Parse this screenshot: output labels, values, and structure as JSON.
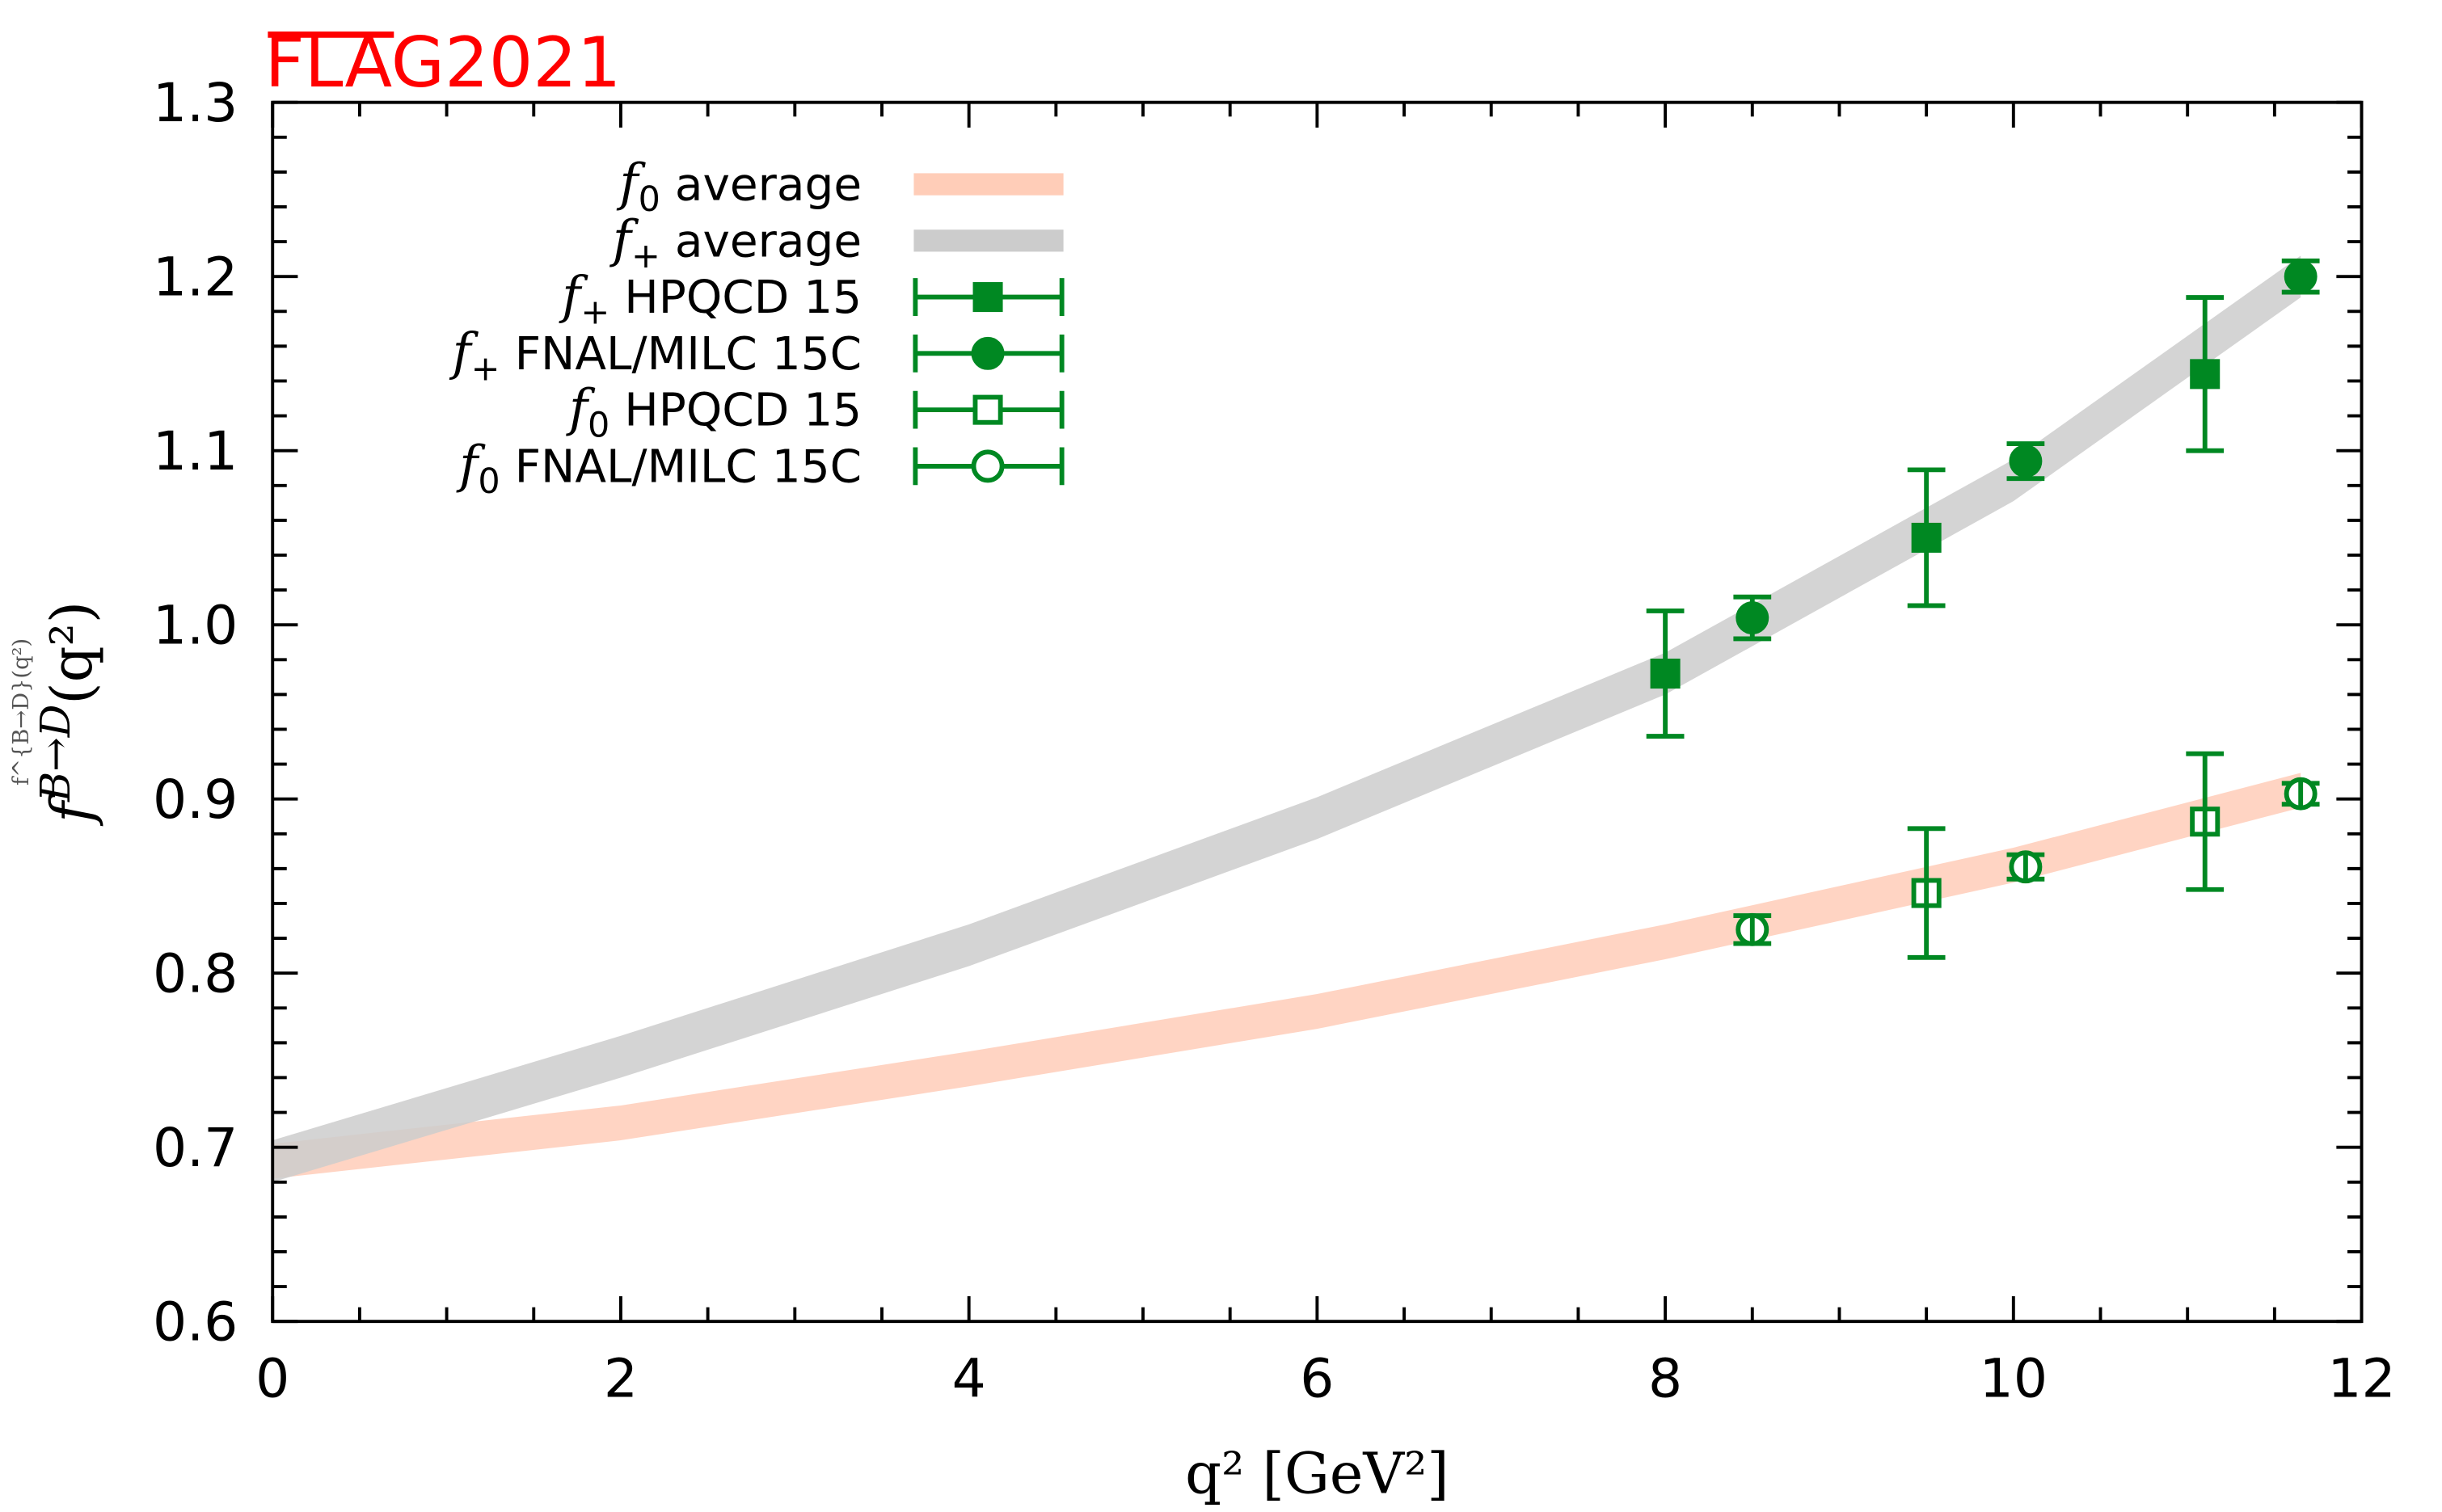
{
  "logo": {
    "text": "FLAG2021",
    "color": "#ff0000"
  },
  "chart_data": {
    "type": "scatter",
    "title": "",
    "xlabel": "q² [GeV²]",
    "ylabel": "f^{B→D}(q²)",
    "ylabel_base": "f",
    "ylabel_sup": "B→D",
    "ylabel_arg": "(q²)",
    "xlim": [
      0,
      12
    ],
    "ylim": [
      0.6,
      1.3
    ],
    "x_major_ticks": [
      0,
      2,
      4,
      6,
      8,
      10,
      12
    ],
    "x_tick_labels": [
      "0",
      "2",
      "4",
      "6",
      "8",
      "10",
      "12"
    ],
    "y_major_ticks": [
      0.6,
      0.7,
      0.8,
      0.9,
      1.0,
      1.1,
      1.2,
      1.3
    ],
    "y_tick_labels": [
      "0.6",
      "0.7",
      "0.8",
      "0.9",
      "1.0",
      "1.1",
      "1.2",
      "1.3"
    ],
    "grid": false,
    "legend_position": "top-left",
    "bands": [
      {
        "name": "f0 average",
        "label_sym": "f",
        "label_sub": "0",
        "label_rest": "average",
        "color": "#ffcdb8",
        "x": [
          0,
          2,
          4,
          6,
          8,
          10,
          11.65
        ],
        "center": [
          0.692,
          0.714,
          0.745,
          0.778,
          0.818,
          0.862,
          0.905
        ],
        "halfwidth": 0.01
      },
      {
        "name": "f+ average",
        "label_sym": "f",
        "label_sub": "+",
        "label_rest": "average",
        "color": "#cccccc",
        "x": [
          0,
          2,
          4,
          6,
          8,
          10,
          11.65
        ],
        "center": [
          0.692,
          0.752,
          0.816,
          0.889,
          0.972,
          1.083,
          1.2
        ],
        "halfwidth": 0.012
      }
    ],
    "series": [
      {
        "name": "f+ HPQCD 15",
        "label_sym": "f",
        "label_sub": "+",
        "label_rest": "HPQCD 15",
        "marker": "square-filled",
        "color": "#008822",
        "x": [
          8.0,
          9.5,
          11.1
        ],
        "y": [
          0.972,
          1.05,
          1.144
        ],
        "err": [
          0.036,
          0.039,
          0.044
        ]
      },
      {
        "name": "f+ FNAL/MILC 15C",
        "label_sym": "f",
        "label_sub": "+",
        "label_rest": "FNAL/MILC 15C",
        "marker": "circle-filled",
        "color": "#008822",
        "x": [
          8.5,
          10.07,
          11.65
        ],
        "y": [
          1.004,
          1.094,
          1.2
        ],
        "err": [
          0.012,
          0.01,
          0.009
        ]
      },
      {
        "name": "f0 HPQCD 15",
        "label_sym": "f",
        "label_sub": "0",
        "label_rest": "HPQCD 15",
        "marker": "square-open",
        "color": "#008822",
        "x": [
          9.5,
          11.1
        ],
        "y": [
          0.846,
          0.887
        ],
        "err": [
          0.037,
          0.039
        ]
      },
      {
        "name": "f0 FNAL/MILC 15C",
        "label_sym": "f",
        "label_sub": "0",
        "label_rest": "FNAL/MILC 15C",
        "marker": "circle-open",
        "color": "#008822",
        "x": [
          8.5,
          10.07,
          11.65
        ],
        "y": [
          0.825,
          0.861,
          0.903
        ],
        "err": [
          0.008,
          0.007,
          0.006
        ]
      }
    ]
  }
}
